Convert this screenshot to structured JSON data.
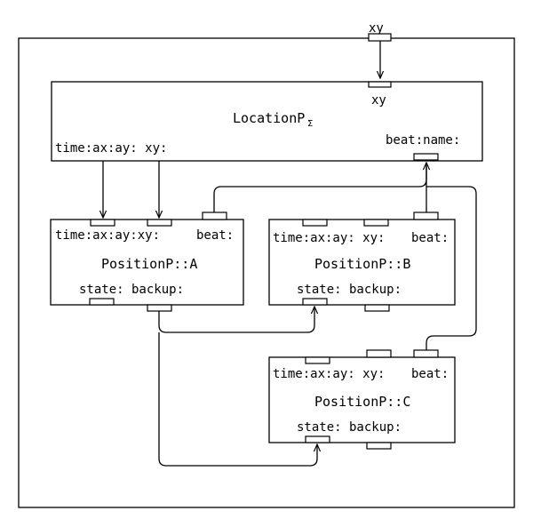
{
  "outer_port_label": "xy",
  "location": {
    "title": "LocationP",
    "subscript": "Σ",
    "ports_top_label": "xy",
    "ports_bottom_left": "time:ax:ay: xy:",
    "ports_bottom_right": "beat:name:"
  },
  "position_a": {
    "title": "PositionP::A",
    "top_label": "time:ax:ay:xy:",
    "top_right_label": "beat:",
    "bottom_label": "state: backup:"
  },
  "position_b": {
    "title": "PositionP::B",
    "top_label": "time:ax:ay: xy:",
    "top_right_label": "beat:",
    "bottom_label": "state: backup:"
  },
  "position_c": {
    "title": "PositionP::C",
    "top_label": "time:ax:ay: xy:",
    "top_right_label": "beat:",
    "bottom_label": "state: backup:"
  }
}
